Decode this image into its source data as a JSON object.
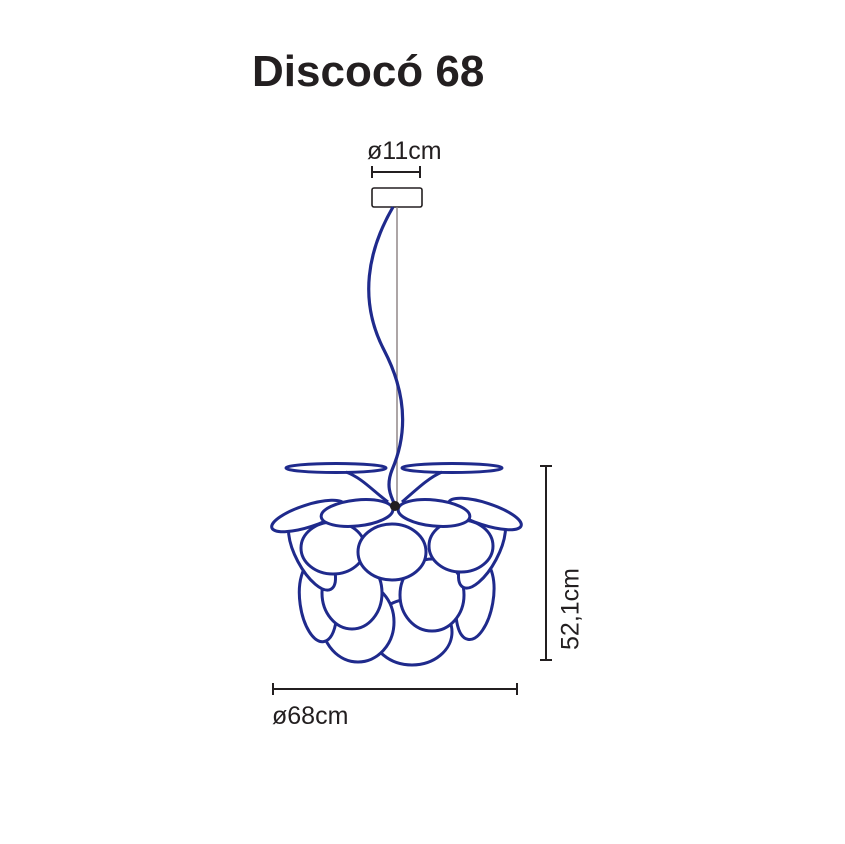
{
  "product": {
    "title": "Discocó 68"
  },
  "dimensions": {
    "canopy_diameter": "ø11cm",
    "lamp_diameter": "ø68cm",
    "lamp_height": "52,1cm"
  },
  "colors": {
    "outline": "#1f2a8c",
    "text": "#231f20",
    "cable": "#8a7f80"
  }
}
